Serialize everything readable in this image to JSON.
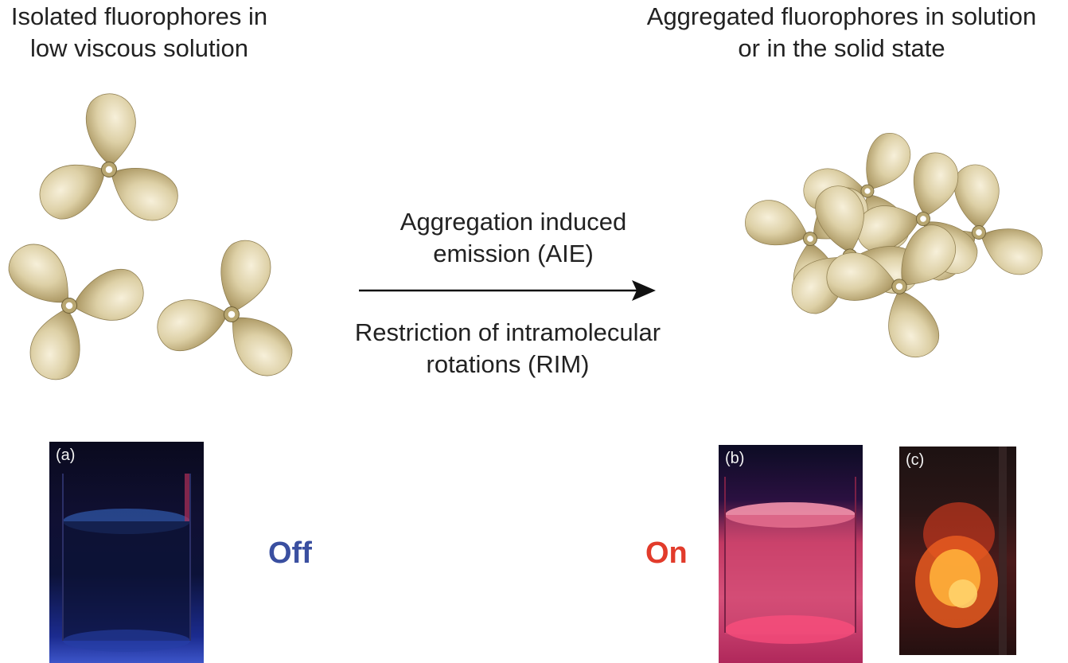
{
  "left_caption": {
    "line1": "Isolated fluorophores in",
    "line2": "low viscous solution"
  },
  "right_caption": {
    "line1": "Aggregated fluorophores in solution",
    "line2": "or in the solid state"
  },
  "arrow_top": {
    "line1": "Aggregation induced",
    "line2": "emission (AIE)"
  },
  "arrow_bottom": {
    "line1": "Restriction of intramolecular",
    "line2": "rotations (RIM)"
  },
  "photos": {
    "a_label": "(a)",
    "b_label": "(b)",
    "c_label": "(c)"
  },
  "status": {
    "off": "Off",
    "on": "On"
  },
  "colors": {
    "off": "#3a4fa0",
    "on": "#e23b2b",
    "propeller_light": "#f3ead0",
    "propeller_dark": "#8a7848",
    "arrow": "#111111"
  },
  "icons": {
    "propeller": "propeller-icon",
    "arrow": "right-arrow-icon"
  }
}
